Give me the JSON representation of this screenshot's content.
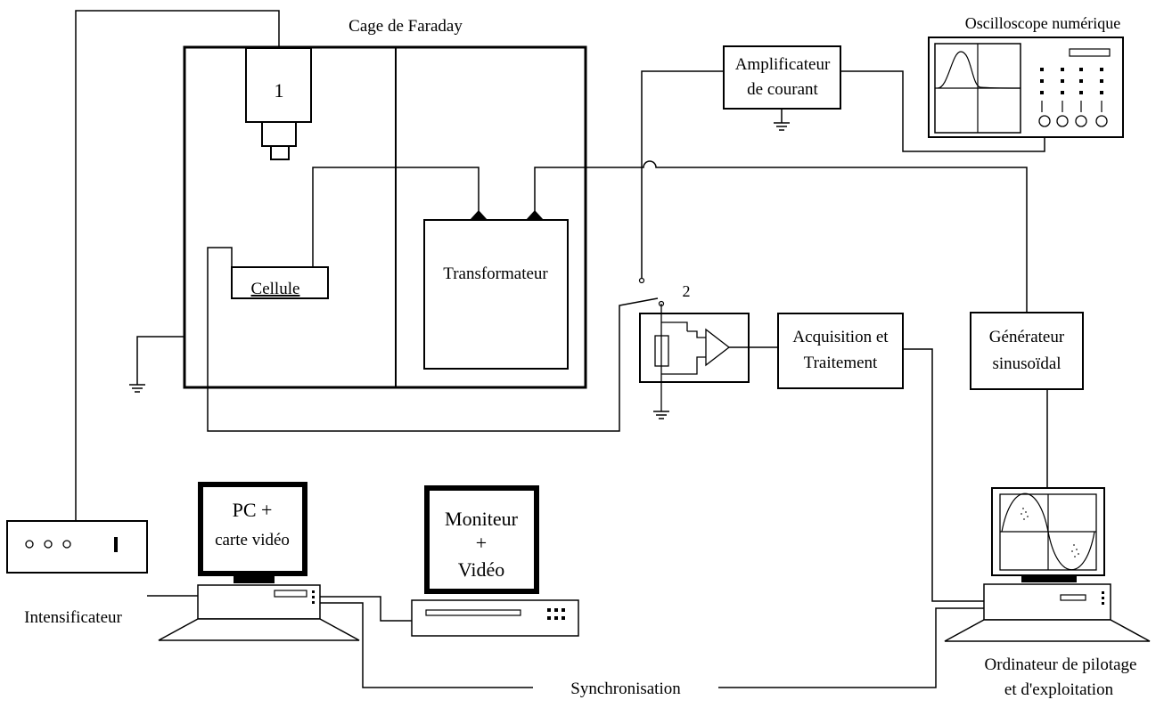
{
  "labels": {
    "faraday_cage": "Cage de Faraday",
    "camera_number": "1",
    "cell": "Cellule",
    "transformer": "Transformateur",
    "amplifier_line1": "Amplificateur",
    "amplifier_line2": "de courant",
    "oscilloscope": "Oscilloscope numérique",
    "switch_number": "2",
    "acquisition_line1": "Acquisition et",
    "acquisition_line2": "Traitement",
    "generator_line1": "Générateur",
    "generator_line2": "sinusoïdal",
    "pc_line1": "PC +",
    "pc_line2": "carte vidéo",
    "monitor_line1": "Moniteur",
    "monitor_line2": "+",
    "monitor_line3": "Vidéo",
    "intensifier": "Intensificateur",
    "synchronisation": "Synchronisation",
    "control_pc_line1": "Ordinateur de pilotage",
    "control_pc_line2": "et d'exploitation"
  }
}
